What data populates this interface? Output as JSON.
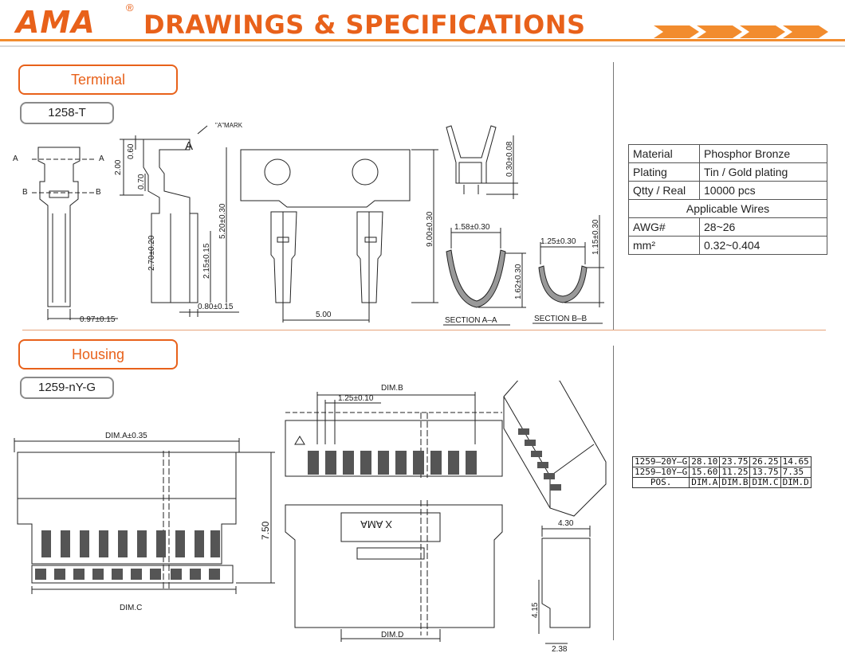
{
  "header": {
    "logo": "AMA",
    "registered": "®",
    "title": "DRAWINGS & SPECIFICATIONS",
    "accent_color": "#e8611a"
  },
  "terminal": {
    "section_label": "Terminal",
    "part_number": "1258-T",
    "mark_label": "\"A\"MARK",
    "mark_letter": "A",
    "section_cut_a": "A",
    "section_cut_b": "B",
    "dims": {
      "d060": "0.60",
      "d200": "2.00",
      "d070": "0.70",
      "d270": "2.70±0.20",
      "d215": "2.15±0.15",
      "d520": "5.20±0.30",
      "d080": "0.80±0.15",
      "d097": "0.97±0.15",
      "d500": "5.00",
      "d900": "9.00±0.30",
      "d030": "0.30±0.08",
      "d158": "1.58±0.30",
      "d162": "1.62±0.30",
      "d125": "1.25±0.30",
      "d115": "1.15±0.30"
    },
    "section_aa": "SECTION A–A",
    "section_bb": "SECTION B–B"
  },
  "spec_table": {
    "material_label": "Material",
    "material_value": "Phosphor Bronze",
    "plating_label": "Plating",
    "plating_value": "Tin / Gold plating",
    "qty_label": "Qtty / Real",
    "qty_value": "10000 pcs",
    "wires_header": "Applicable Wires",
    "awg_label": "AWG#",
    "awg_value": "28~26",
    "mm2_label": "mm²",
    "mm2_value": "0.32~0.404"
  },
  "housing": {
    "section_label": "Housing",
    "part_number": "1259-nY-G",
    "dims": {
      "dim_a": "DIM.A±0.35",
      "dim_b": "DIM.B",
      "dim_c": "DIM.C",
      "dim_d": "DIM.D",
      "pitch": "1.25±0.10",
      "height": "7.50",
      "side_w": "4.30",
      "side_h": "4.15",
      "side_b": "2.38"
    },
    "marking": "X AMA"
  },
  "dim_table": {
    "rows": [
      [
        "1259–20Y–G",
        "28.10",
        "23.75",
        "26.25",
        "14.65"
      ],
      [
        "1259–10Y–G",
        "15.60",
        "11.25",
        "13.75",
        "7.35"
      ],
      [
        "POS.",
        "DIM.A",
        "DIM.B",
        "DIM.C",
        "DIM.D"
      ]
    ]
  }
}
